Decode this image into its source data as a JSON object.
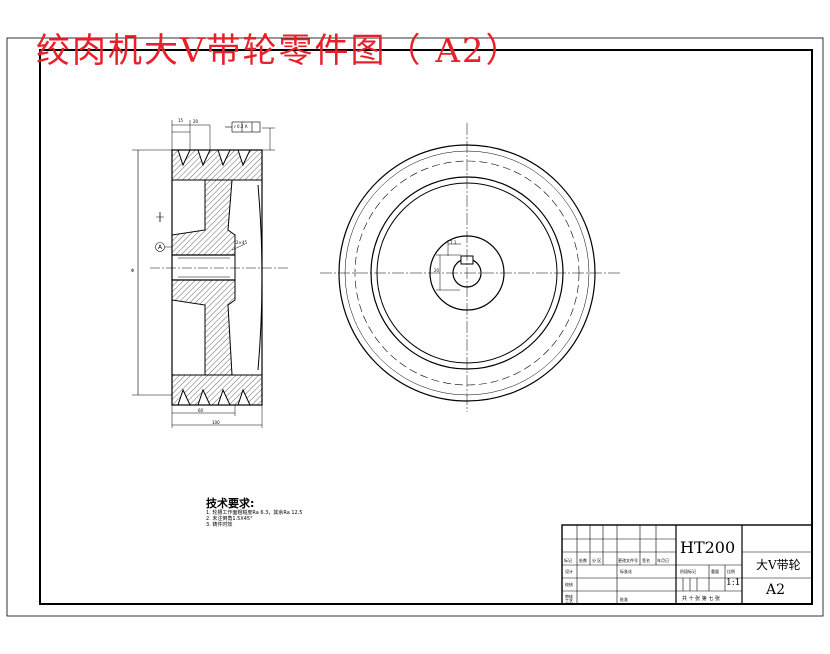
{
  "drawing": {
    "title": "绞肉机大V带轮零件图（ A2）"
  },
  "technical_requirements": {
    "heading": "技术要求:",
    "items": [
      "1.   轮槽工作面粗糙度Ra 6.3，其余Ra 12.5",
      "2.   未注倒角1.5X45°",
      "3.   铸件时效"
    ]
  },
  "title_block": {
    "material": "HT200",
    "part_name": "大V带轮",
    "scale": "1:1",
    "sheet_size": "A2",
    "sheet_label": "共 十 张    第 七 张",
    "header_cells": [
      "标记",
      "处数",
      "分 区",
      "更改文件号",
      "签名",
      "年月日"
    ],
    "side_labels": [
      "设计",
      "校核",
      "审核",
      "工艺"
    ],
    "standardization": "标准化",
    "approve": "批准",
    "stage_label": "阶段标记",
    "weight_label": "重量",
    "scale_label": "比例"
  },
  "dimensions": {
    "top_width": "15",
    "top_pitch": "20",
    "tolerance_frame": "⫽ 0.2 A",
    "datum": "A",
    "hub_note": "2×45",
    "left_vertical": "Φ",
    "bottom_small": "60",
    "bottom_total": "100",
    "keyway_top": "7.1",
    "keyway_side": "20"
  },
  "colors": {
    "title_red": "#e8202a",
    "line": "#000000"
  }
}
